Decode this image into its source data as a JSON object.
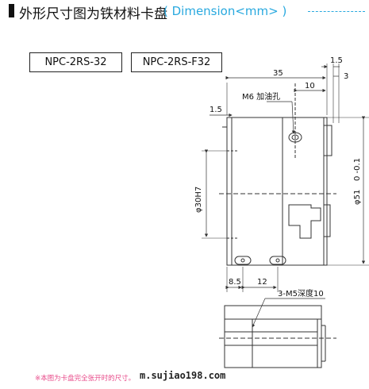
{
  "header": {
    "title_cn": "外形尺寸图为铁材料卡盘",
    "title_en": "( Dimension<mm> )"
  },
  "models": [
    "NPC-2RS-32",
    "NPC-2RS-F32"
  ],
  "dimensions": {
    "width_35": "35",
    "gap_1_5_top": "1.5",
    "gap_3": "3",
    "oil_10": "10",
    "oil_hole": "M6 加油孔",
    "left_1_5": "1.5",
    "bore": "φ30H7",
    "outer_dia": "φ51",
    "outer_tol": "0\n-0.1",
    "pitch_8_5": "8.5",
    "pitch_12": "12",
    "screw": "3-M5深度10"
  },
  "footnote": "※本图为卡盘完全张开时的尺寸。",
  "watermark": "m.sujiao198.com",
  "colors": {
    "accent": "#29a9df",
    "note": "#e84b8a",
    "line": "#333333"
  }
}
